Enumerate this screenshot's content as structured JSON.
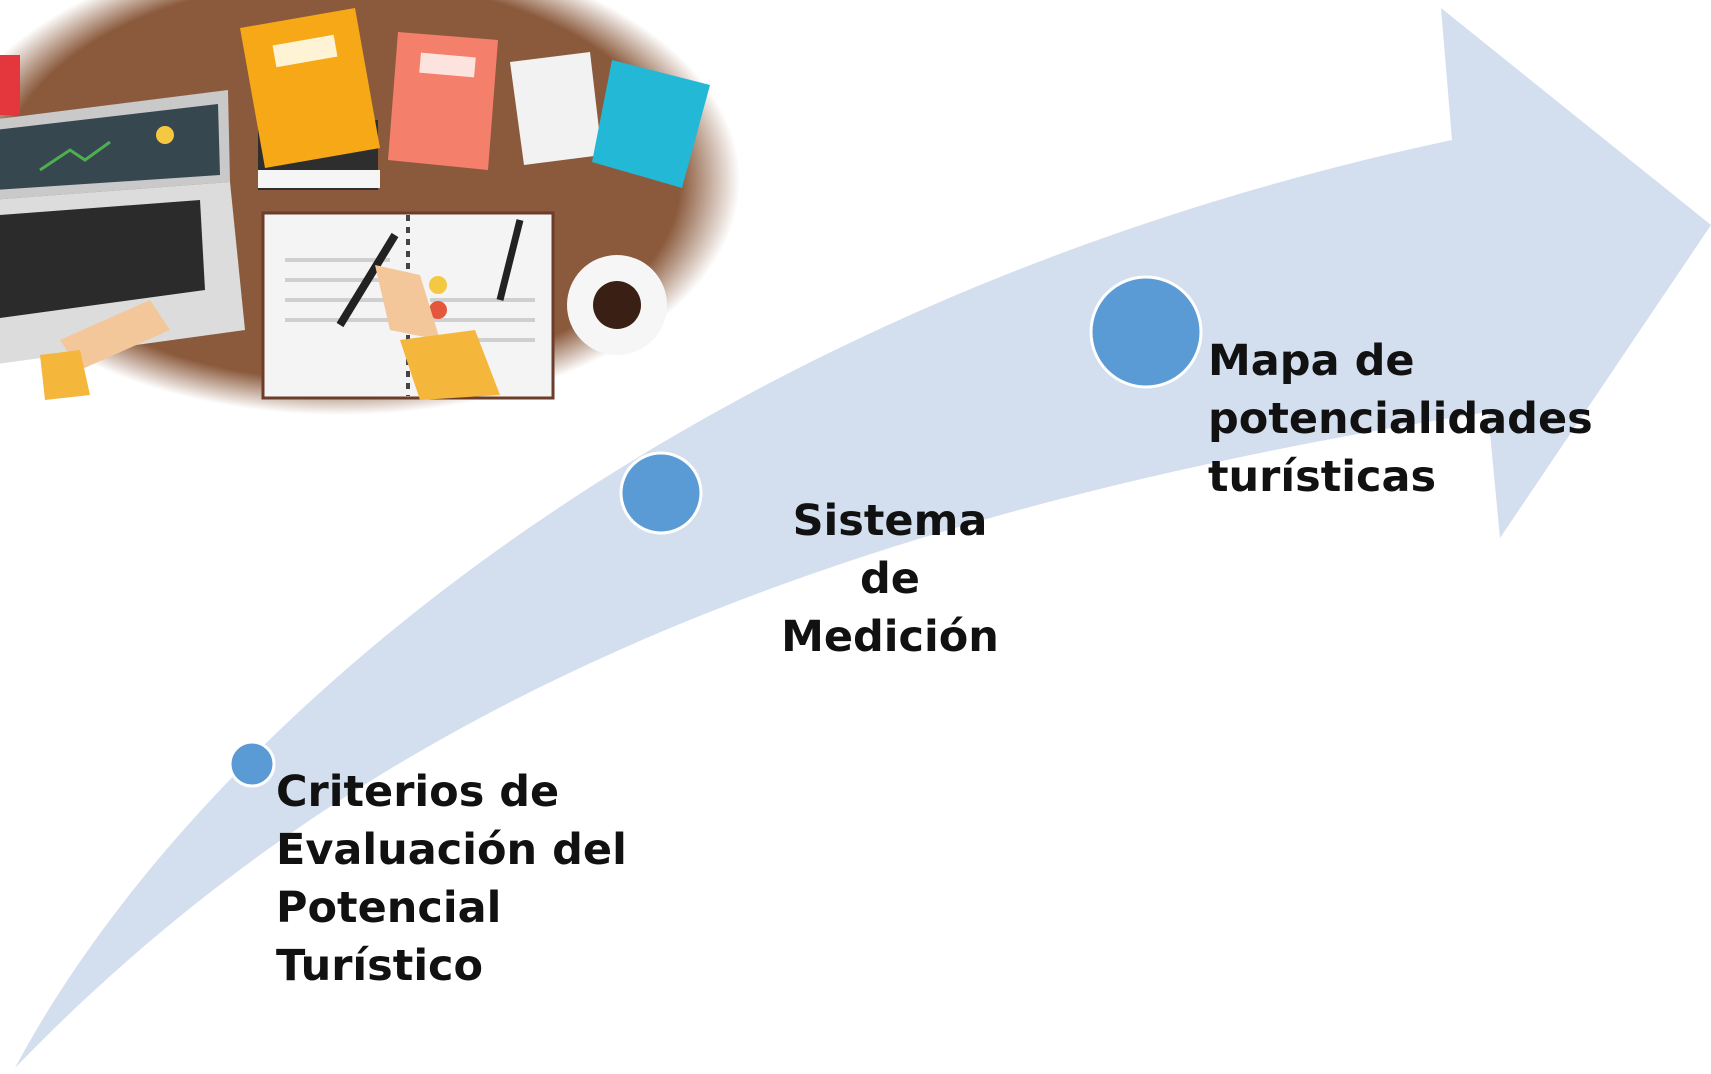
{
  "steps": [
    {
      "label": "Criterios de\nEvaluación del\nPotencial\nTurístico"
    },
    {
      "label": "Sistema de\nMedición"
    },
    {
      "label": "Mapa de\npotencialidades\nturísticas"
    }
  ],
  "colors": {
    "arrow": "#d3deee",
    "dot": "#5b9bd5",
    "dot_stroke": "#ffffff",
    "desk": "#8b5a3c",
    "text": "#111111"
  },
  "illustration": {
    "icons": [
      "laptop-icon",
      "notebook-icon",
      "pen-icon",
      "coffee-cup-icon",
      "book-icon"
    ]
  }
}
